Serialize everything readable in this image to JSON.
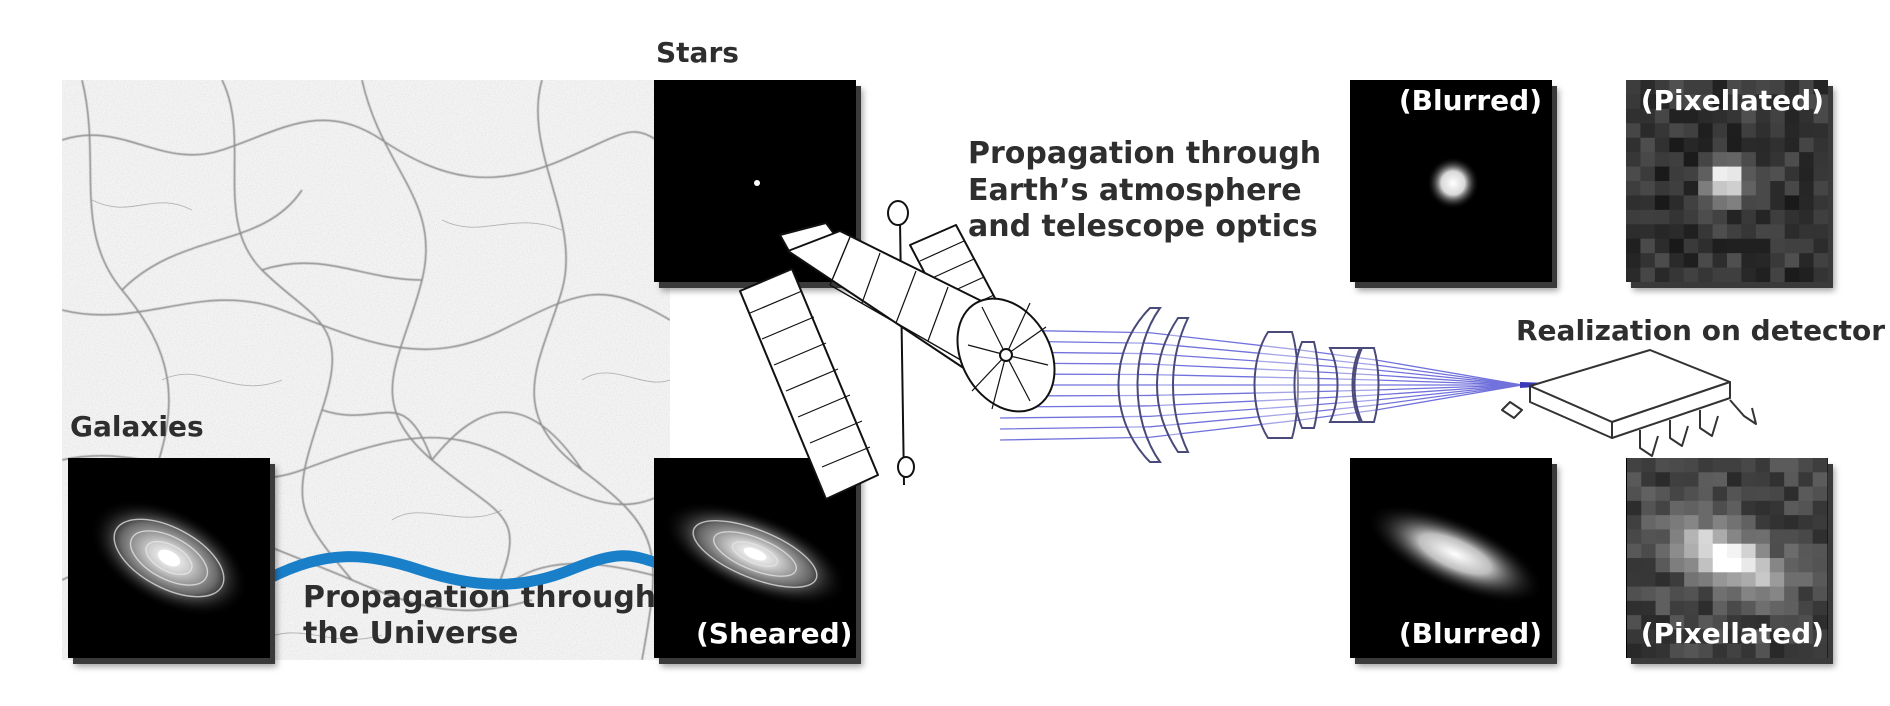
{
  "labels": {
    "stars": "Stars",
    "galaxies": "Galaxies",
    "universe": [
      "Propagation through",
      "the Universe"
    ],
    "atmosphere": [
      "Propagation through",
      "Earth’s atmosphere",
      "and telescope optics"
    ],
    "detector": "Realization on detector"
  },
  "captions": {
    "sheared": "(Sheared)",
    "blurred_top": "(Blurred)",
    "pixellated_top": "(Pixellated)",
    "blurred_bottom": "(Blurred)",
    "pixellated_bottom": "(Pixellated)"
  },
  "colors": {
    "propagation_wave": "#1a7fc9",
    "light_rays": "#5a5ad6",
    "label_text": "#2e2e2e"
  }
}
